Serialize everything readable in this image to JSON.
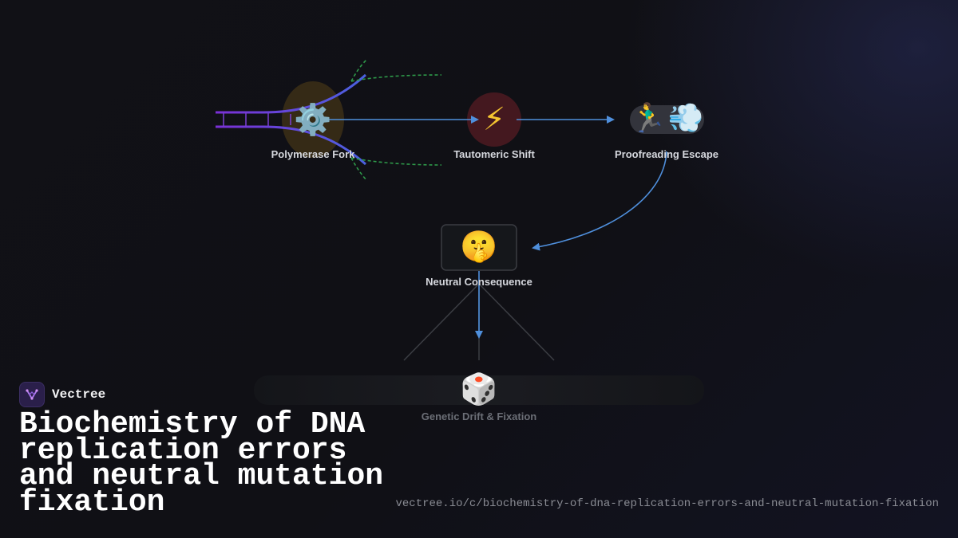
{
  "diagram": {
    "nodes": [
      {
        "id": "polymerase",
        "label": "Polymerase Fork",
        "icon": "gear-icon",
        "glyph": "⚙️"
      },
      {
        "id": "tautomeric",
        "label": "Tautomeric Shift",
        "icon": "lightning-icon",
        "glyph": "⚡"
      },
      {
        "id": "proofreading",
        "label": "Proofreading Escape",
        "icon": "running-person-icon",
        "glyph": "🏃‍♂️",
        "glyph2": "💨"
      },
      {
        "id": "neutral",
        "label": "Neutral Consequence",
        "icon": "shushing-face-icon",
        "glyph": "🤫"
      },
      {
        "id": "drift",
        "label": "Genetic Drift & Fixation",
        "icon": "dice-icon",
        "glyph": "🎲"
      }
    ],
    "edges": [
      {
        "from": "polymerase",
        "to": "tautomeric"
      },
      {
        "from": "tautomeric",
        "to": "proofreading"
      },
      {
        "from": "proofreading",
        "to": "neutral"
      },
      {
        "from": "neutral",
        "to": "drift"
      }
    ],
    "colors": {
      "edge": "#4f8fdc",
      "strand_purple": "#7b2fd6",
      "strand_blue": "#4a62e0",
      "dashed_green": "#2e9a4a",
      "polymerase_glow": "#4a3a1a",
      "tautomeric_glow": "#5a1a22"
    }
  },
  "brand": {
    "name": "Vectree",
    "logo_icon": "vectree-logo-icon"
  },
  "title": "Biochemistry of DNA replication errors and neutral mutation fixation",
  "url": "vectree.io/c/biochemistry-of-dna-replication-errors-and-neutral-mutation-fixation"
}
